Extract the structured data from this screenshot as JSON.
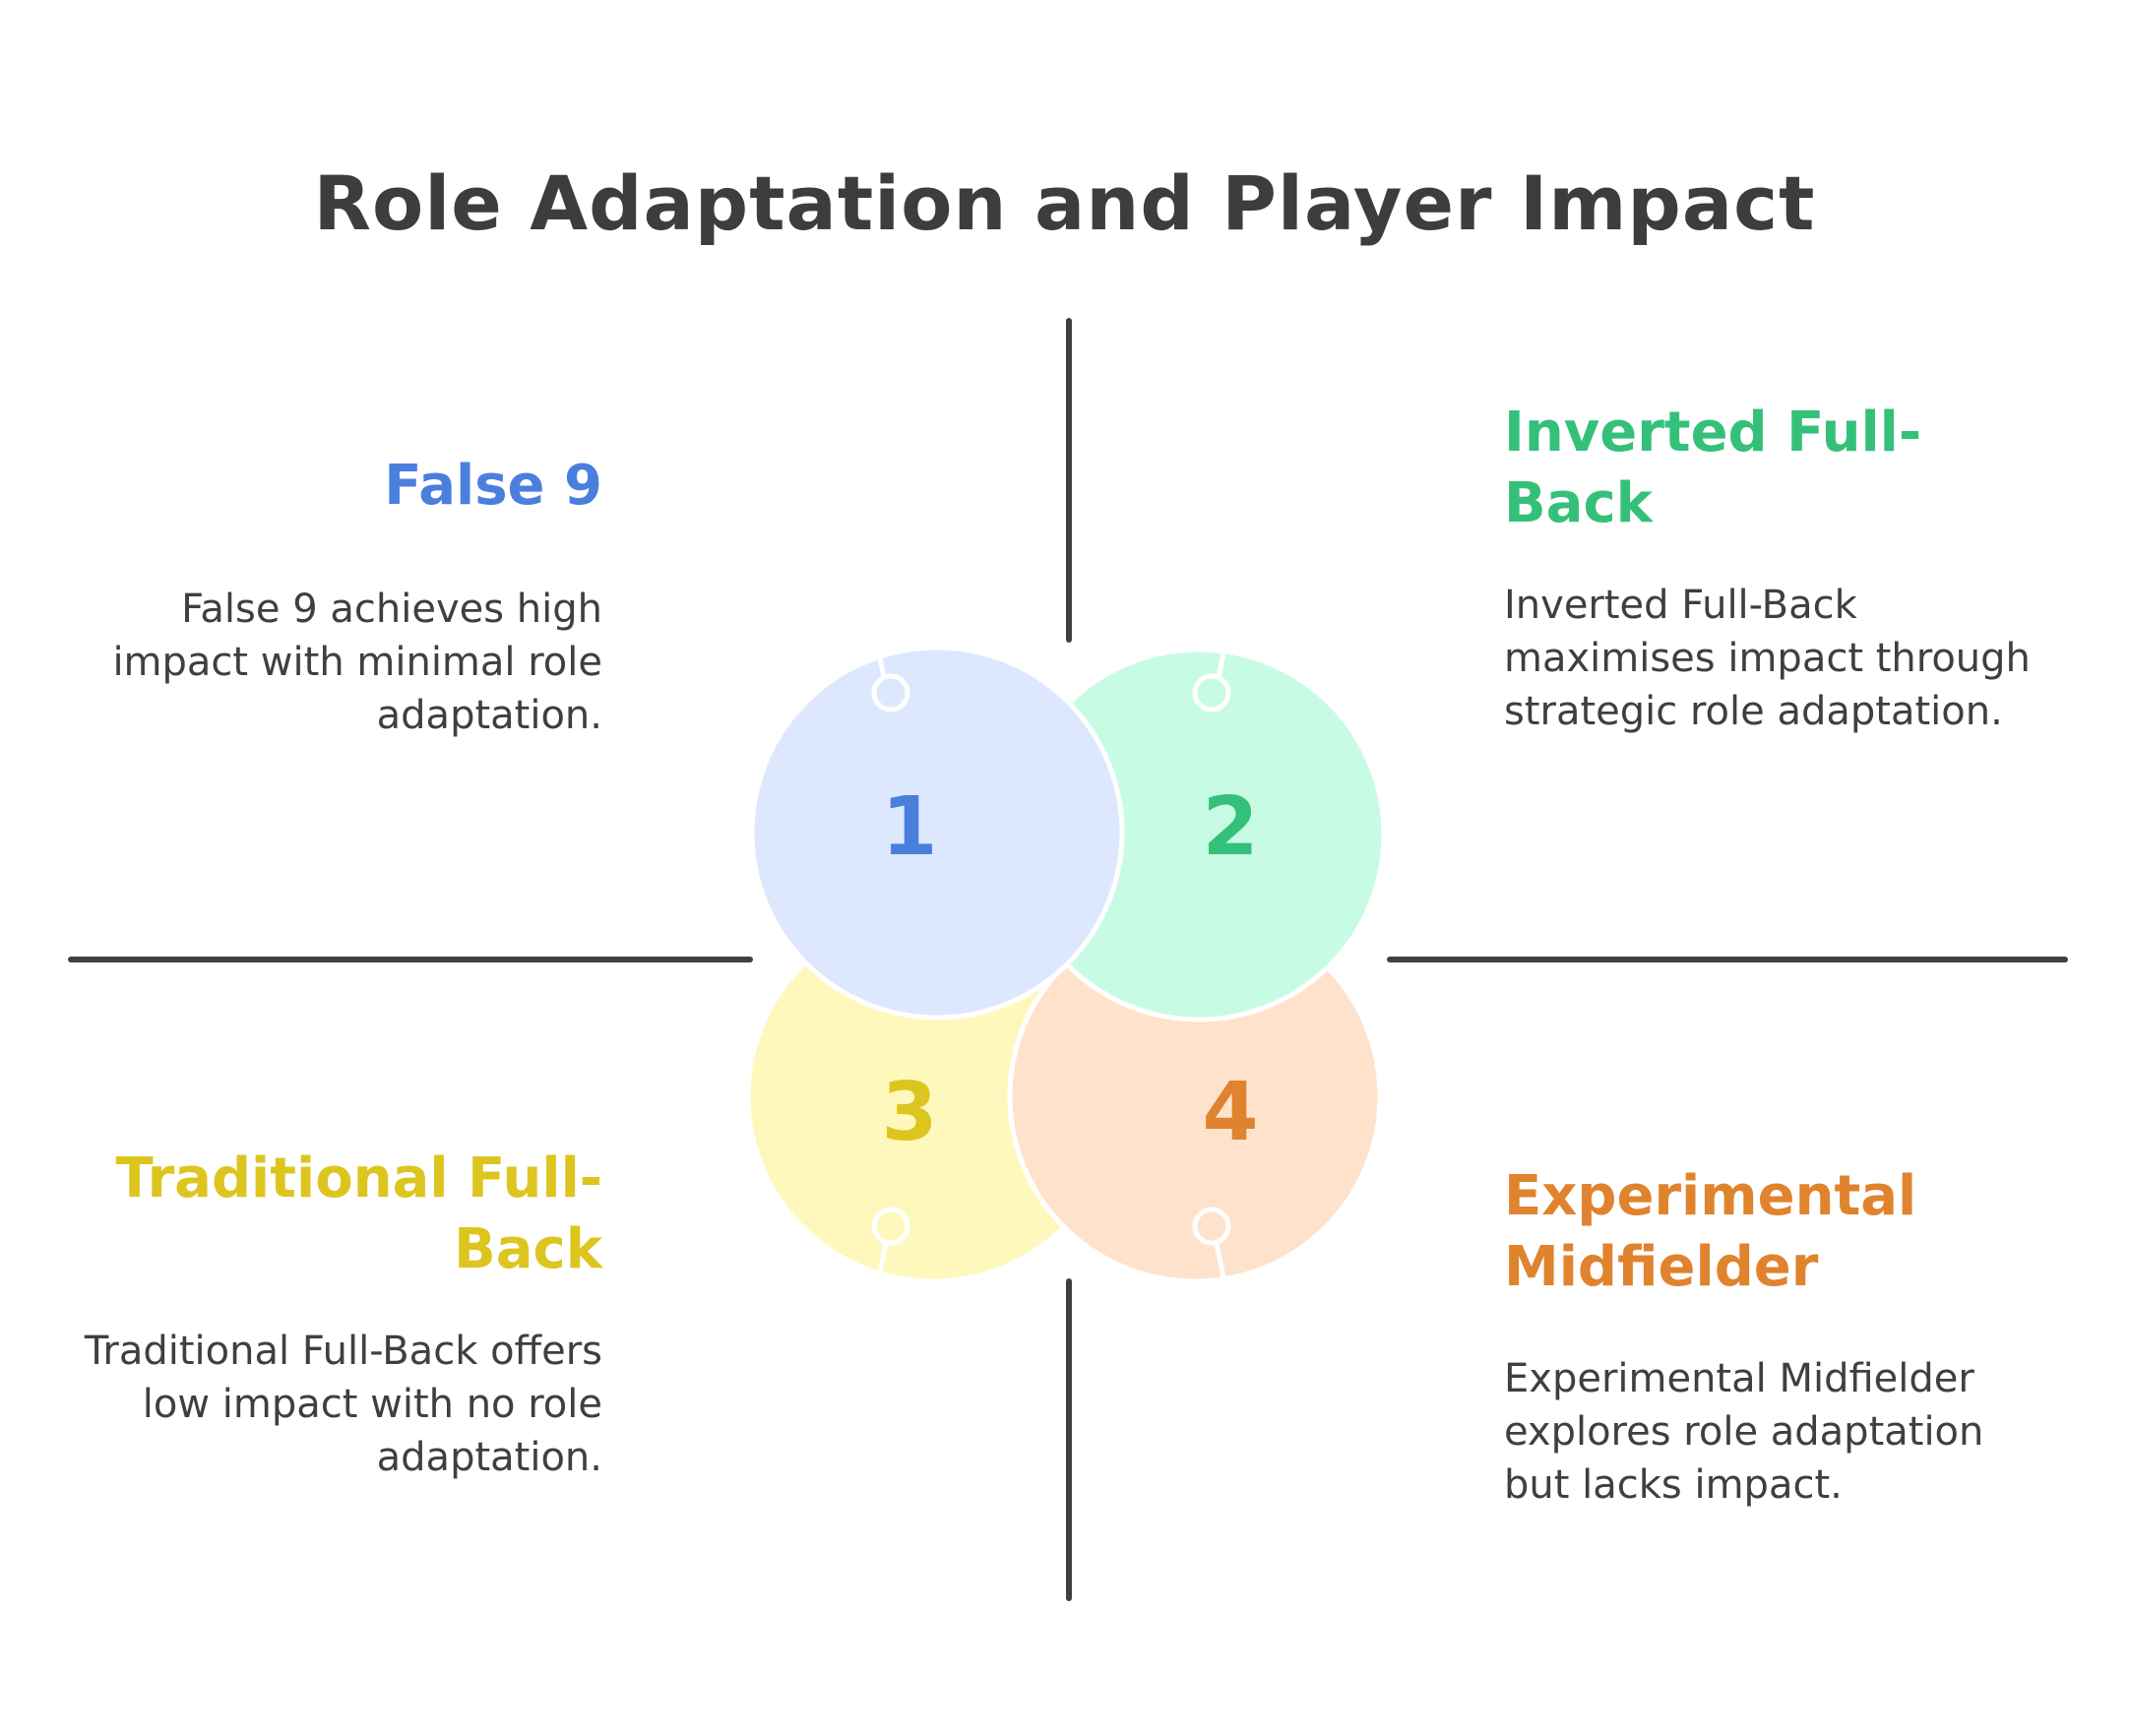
{
  "title": "Role Adaptation and Player Impact",
  "colors": {
    "line": "#404040",
    "stroke": "#ffffff",
    "blue": "#4a7fde",
    "blue_fill": "#dde8fe",
    "green": "#35c07a",
    "green_fill": "#c8fbe4",
    "yellow": "#ddc51f",
    "yellow_fill": "#fef8bd",
    "orange": "#e0832e",
    "orange_fill": "#ffe2cb"
  },
  "quadrants": [
    {
      "number": "1",
      "heading": "False 9",
      "description": "False 9 achieves high impact with minimal role adaptation."
    },
    {
      "number": "2",
      "heading": "Inverted Full-Back",
      "description": "Inverted Full-Back maximises impact through strategic role adaptation."
    },
    {
      "number": "3",
      "heading": "Traditional Full-Back",
      "description": "Traditional Full-Back offers low impact with no role adaptation."
    },
    {
      "number": "4",
      "heading": "Experimental Midfielder",
      "description": "Experimental Midfielder explores role adaptation but lacks impact."
    }
  ]
}
